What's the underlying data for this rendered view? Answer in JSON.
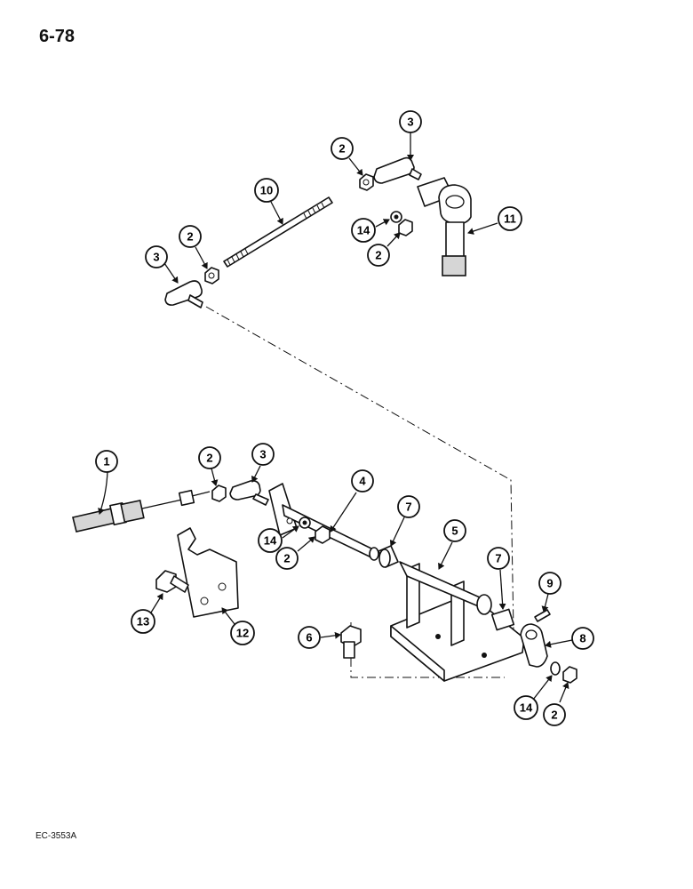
{
  "page": {
    "number": "6-78",
    "reference_code": "EC-3553A"
  },
  "callouts": [
    {
      "id": "c-2-top-nut",
      "label": "2"
    },
    {
      "id": "c-3-top",
      "label": "3"
    },
    {
      "id": "c-10",
      "label": "10"
    },
    {
      "id": "c-2-rod-nut",
      "label": "2"
    },
    {
      "id": "c-3-left",
      "label": "3"
    },
    {
      "id": "c-14-top",
      "label": "14"
    },
    {
      "id": "c-2-top-lower",
      "label": "2"
    },
    {
      "id": "c-11",
      "label": "11"
    },
    {
      "id": "c-1",
      "label": "1"
    },
    {
      "id": "c-2-cable",
      "label": "2"
    },
    {
      "id": "c-3-cable",
      "label": "3"
    },
    {
      "id": "c-4",
      "label": "4"
    },
    {
      "id": "c-7-left",
      "label": "7"
    },
    {
      "id": "c-5",
      "label": "5"
    },
    {
      "id": "c-7-right",
      "label": "7"
    },
    {
      "id": "c-14-mid",
      "label": "14"
    },
    {
      "id": "c-2-mid",
      "label": "2"
    },
    {
      "id": "c-9",
      "label": "9"
    },
    {
      "id": "c-8",
      "label": "8"
    },
    {
      "id": "c-13",
      "label": "13"
    },
    {
      "id": "c-12",
      "label": "12"
    },
    {
      "id": "c-6",
      "label": "6"
    },
    {
      "id": "c-14-bottom",
      "label": "14"
    },
    {
      "id": "c-2-bottom",
      "label": "2"
    }
  ]
}
